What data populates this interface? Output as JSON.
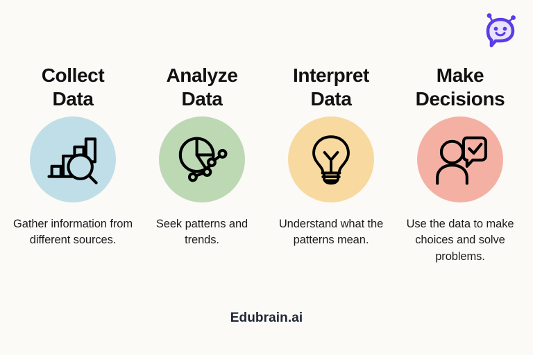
{
  "background_color": "#fbfaf7",
  "logo": {
    "name": "edubrain-robot-mascot",
    "color": "#5b3de8",
    "face_color": "#e8e4fb"
  },
  "steps": [
    {
      "title": "Collect\nData",
      "caption": "Gather information from different sources.",
      "circle_color": "#bfdee8",
      "icon_name": "bar-chart-magnifier-icon",
      "icon_color": "#000000"
    },
    {
      "title": "Analyze\nData",
      "caption": "Seek patterns and trends.",
      "circle_color": "#bcd9b4",
      "icon_name": "pie-chart-network-icon",
      "icon_color": "#000000"
    },
    {
      "title": "Interpret\nData",
      "caption": "Understand what the patterns mean.",
      "circle_color": "#f8d9a0",
      "icon_name": "lightbulb-icon",
      "icon_color": "#000000"
    },
    {
      "title": "Make\nDecisions",
      "caption": "Use the data to make choices and solve problems.",
      "circle_color": "#f4b1a3",
      "icon_name": "person-speech-bubble-check-icon",
      "icon_color": "#000000"
    }
  ],
  "footer": {
    "brand": "Edubrain.ai",
    "color": "#1f2533"
  }
}
